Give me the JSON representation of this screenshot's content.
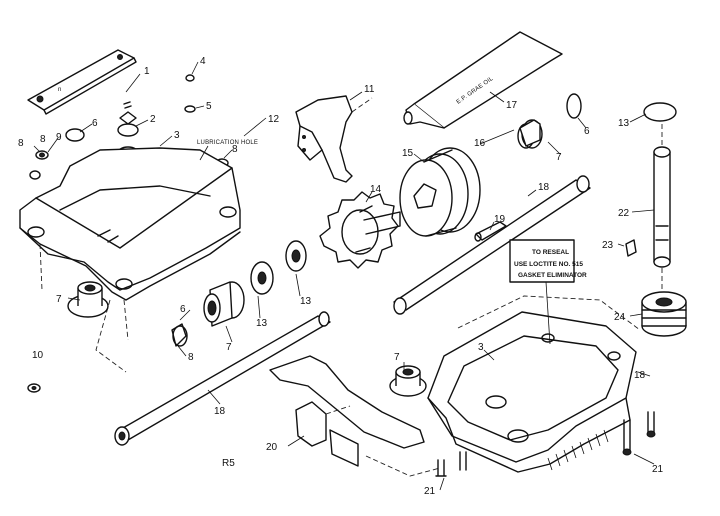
{
  "callouts": {
    "n1": "1",
    "n2": "2",
    "n3a": "3",
    "n3b": "3",
    "n4": "4",
    "n5": "5",
    "n6a": "6",
    "n6b": "6",
    "n6c": "6",
    "n7a": "7",
    "n7b": "7",
    "n7c": "7",
    "n7d": "7",
    "n8a": "8",
    "n8b": "8",
    "n8c": "8",
    "n9": "9",
    "n10": "10",
    "n11": "11",
    "n12": "12",
    "n13a": "13",
    "n13b": "13",
    "n13c": "13",
    "n14": "14",
    "n15": "15",
    "n16": "16",
    "n17": "17",
    "n18a": "18",
    "n18b": "18",
    "n19": "19",
    "n20": "20",
    "n21a": "21",
    "n21b": "21",
    "n22": "22",
    "n23": "23",
    "n24": "24"
  },
  "labels": {
    "lubrication_hole": "LUBRICATION HOLE",
    "grease_tube": "E.P. GRAE OIL",
    "reseal_line1": "TO RESEAL",
    "reseal_line2": "USE LOCTITE NO. 515",
    "reseal_line3": "GASKET ELIMINATOR",
    "plate_mark": "n",
    "footer": "R5"
  },
  "icons": [
    "cover-plate-icon",
    "gear-housing-upper-icon",
    "gear-housing-lower-icon",
    "grease-tube-icon",
    "yoke-bracket-icon",
    "worm-gear-icon",
    "pinion-gear-icon",
    "axle-shaft-icon",
    "drive-shaft-icon",
    "bracket-icon",
    "bushing-icon",
    "washer-icon",
    "screw-icon",
    "key-icon"
  ]
}
